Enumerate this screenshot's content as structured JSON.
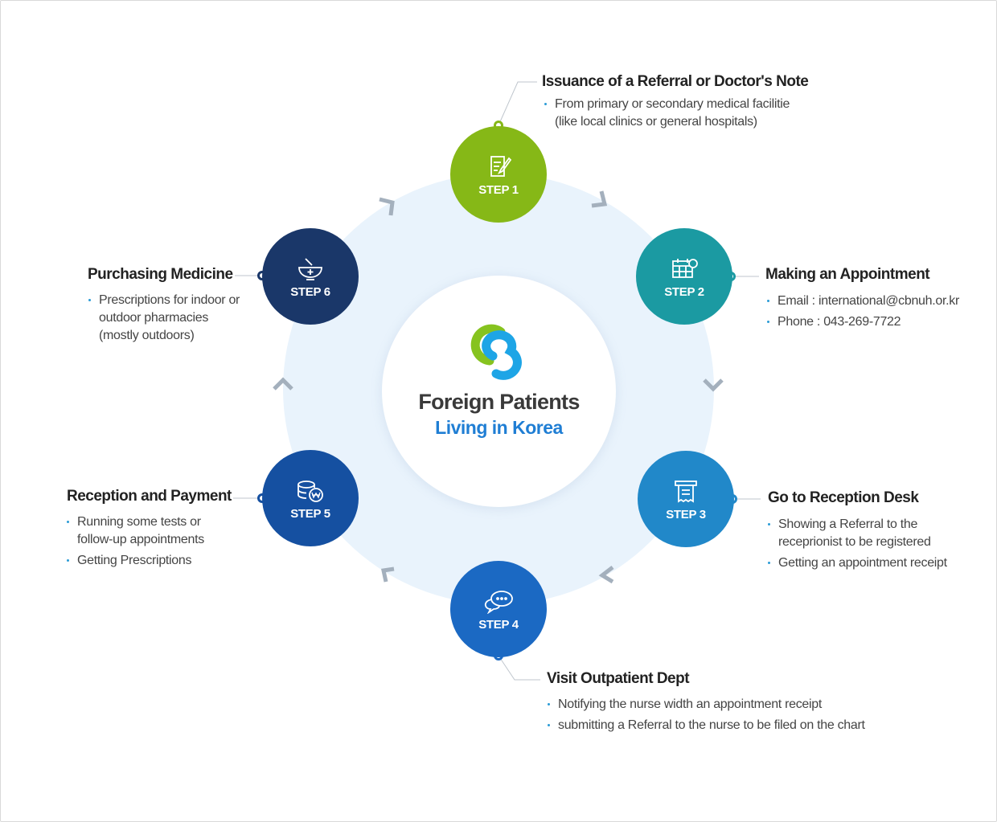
{
  "center": {
    "title": "Foreign Patients",
    "subtitle": "Living in Korea"
  },
  "colors": {
    "step1": "#86b817",
    "step2": "#1b9aa2",
    "step3": "#2188c9",
    "step4": "#1b69c3",
    "step5": "#1550a1",
    "step6": "#1a3769",
    "ring": "#e9f3fc",
    "arrow": "#a4b0bd",
    "bullet": "#2a9bd6",
    "accent": "#1f7ed4"
  },
  "steps": [
    {
      "label": "STEP 1",
      "icon": "document-pen-icon",
      "title": "Issuance of a Referral or Doctor's Note",
      "items": [
        "From primary or secondary medical facilitie (like local clinics or general hospitals)"
      ]
    },
    {
      "label": "STEP 2",
      "icon": "calendar-icon",
      "title": "Making an Appointment",
      "items": [
        "Email : international@cbnuh.or.kr",
        "Phone : 043-269-7722"
      ]
    },
    {
      "label": "STEP 3",
      "icon": "receipt-icon",
      "title": "Go to Reception Desk",
      "items": [
        "Showing a Referral to the receprionist to be registered",
        "Getting an appointment receipt"
      ]
    },
    {
      "label": "STEP 4",
      "icon": "chat-bubbles-icon",
      "title": "Visit Outpatient Dept",
      "items": [
        "Notifying the nurse width an appointment receipt",
        "submitting a Referral to the nurse to be filed on the chart"
      ]
    },
    {
      "label": "STEP 5",
      "icon": "coins-won-icon",
      "title": "Reception and Payment",
      "items": [
        "Running some tests or follow-up appointments",
        "Getting Prescriptions"
      ]
    },
    {
      "label": "STEP 6",
      "icon": "mortar-pestle-icon",
      "title": "Purchasing Medicine",
      "items": [
        "Prescriptions for indoor or outdoor pharmacies (mostly outdoors)"
      ]
    }
  ]
}
